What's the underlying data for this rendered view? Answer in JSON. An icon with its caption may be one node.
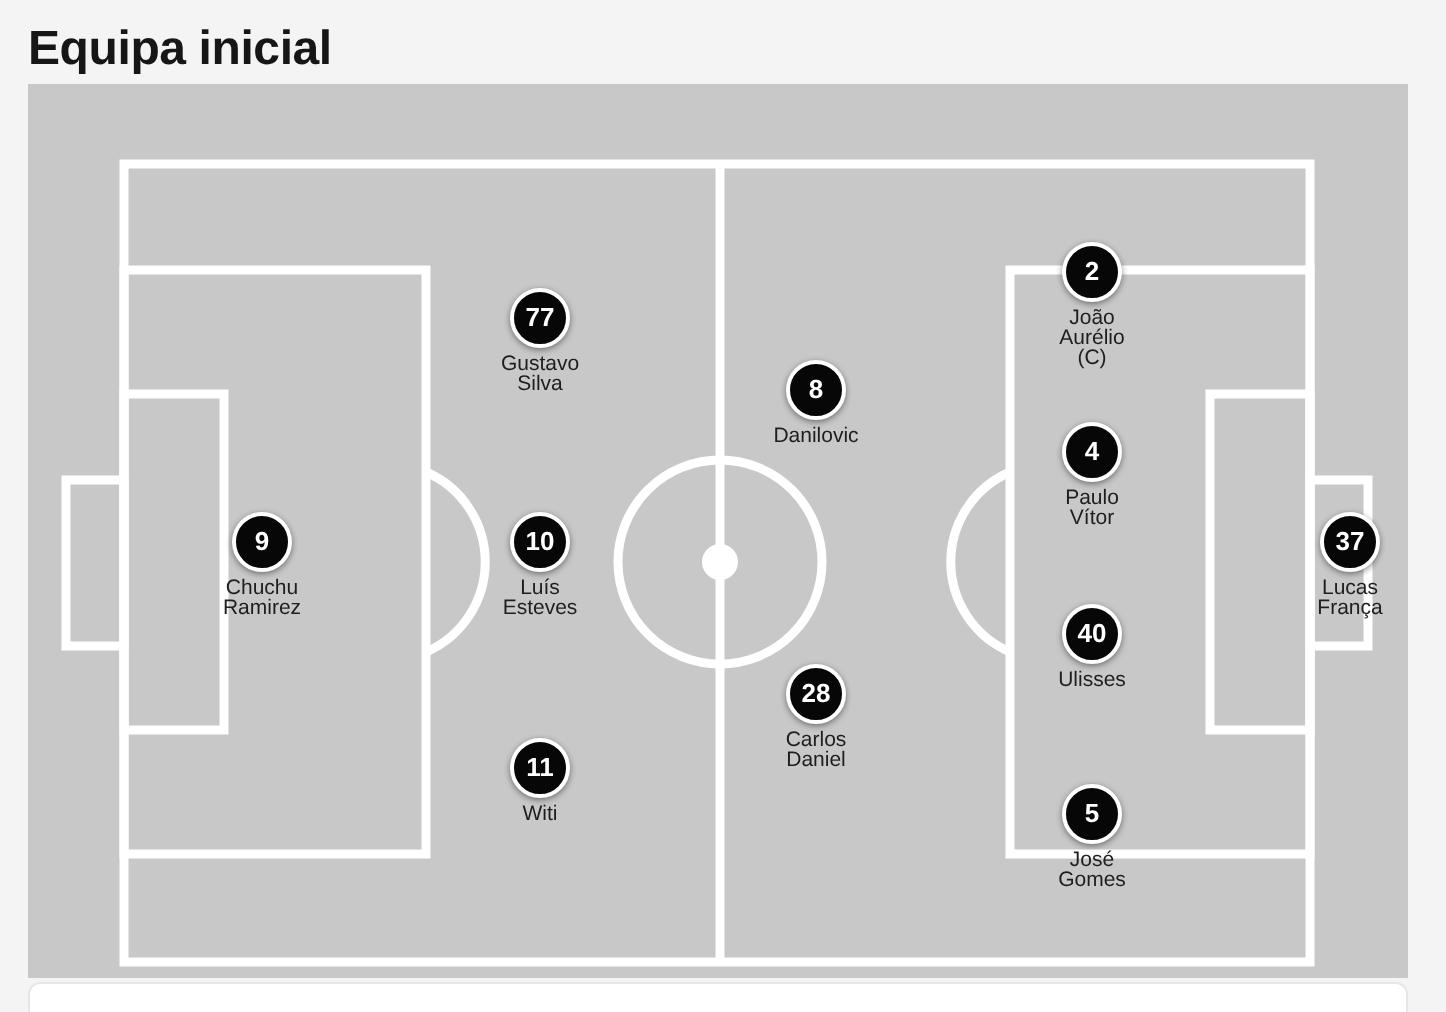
{
  "diagram": {
    "title": "Equipa inicial",
    "nodes": [
      {
        "text": [
          "9"
        ],
        "beside": [
          "Chuchu Ramirez"
        ]
      },
      {
        "text": [
          "77"
        ],
        "beside": [
          "Gustavo Silva"
        ]
      },
      {
        "text": [
          "10"
        ],
        "beside": [
          "Luís Esteves"
        ]
      },
      {
        "text": [
          "11"
        ],
        "beside": [
          "Witi"
        ]
      },
      {
        "text": [
          "8"
        ],
        "beside": [
          "Danilovic"
        ]
      },
      {
        "text": [
          "28"
        ],
        "beside": [
          "Carlos Daniel"
        ]
      },
      {
        "text": [
          "2"
        ],
        "beside": [
          "João Aurélio (C)"
        ]
      },
      {
        "text": [
          "4"
        ],
        "beside": [
          "Paulo Vítor"
        ]
      },
      {
        "text": [
          "40"
        ],
        "beside": [
          "Ulisses"
        ]
      },
      {
        "text": [
          "5"
        ],
        "beside": [
          "José Gomes"
        ]
      },
      {
        "text": [
          "37"
        ],
        "beside": [
          "Lucas França"
        ]
      },
      {
        "text": [],
        "shape": "box"
      }
    ]
  }
}
